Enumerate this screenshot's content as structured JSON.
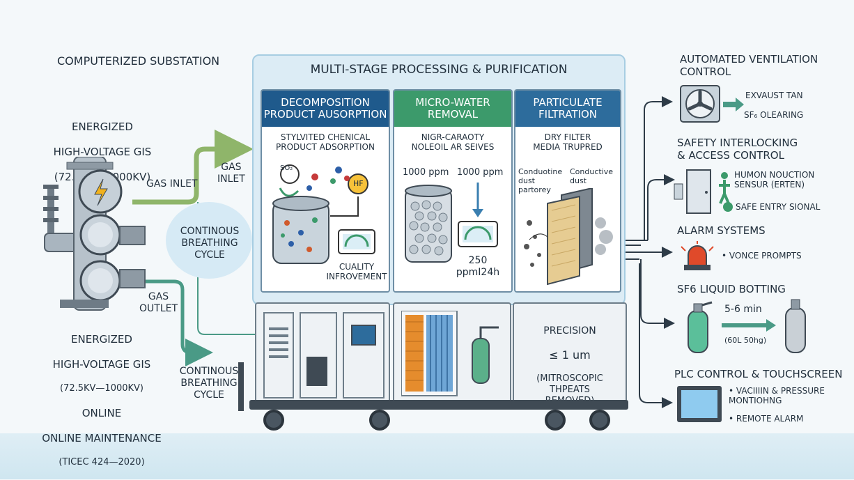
{
  "title_left": "COMPUTERIZED SUBSTATION",
  "gis_top": {
    "line1": "ENERGIZED",
    "line2": "HIGH-VOLTAGE GIS",
    "line3": "(72.5KV—1000KV)"
  },
  "gis_bottom": {
    "line1": "ENERGIZED",
    "line2": "HIGH-VOLTAGE GIS",
    "line3": "(72.5KV—1000KV)",
    "line4": "ONLINE",
    "line5": "ONLINE MAINTENANCE",
    "line6": "(TICEC 424—2020)"
  },
  "labels": {
    "gas_inlet_1": "GAS INLET",
    "gas_inlet_2": "GAS\nINLET",
    "gas_outlet": "GAS\nOUTLET",
    "breathing_1": "CONTINOUS\nBREATHING\nCYCLE",
    "breathing_2": "CONTINOUS\nBREATHING\nCYCLE"
  },
  "panel_title": "MULTI-STAGE PROCESSING & PURIFICATION",
  "stages": [
    {
      "header": "DECOMPOSITION\nPRODUCT AUSORPTION",
      "desc": "STYLVITED CHENICAL\nPRODUCT ADSORPTION",
      "chem_1": "SO₂",
      "chem_2": "HF",
      "footer": "CUALITY\nINFROVEMENT",
      "color": "#1f5a8c"
    },
    {
      "header": "MICRO-WATER\nREMOVAL",
      "desc": "NIGR-CARAOTY\nNOLEOIL AR SEIVES",
      "ppm_1": "1000 ppm",
      "ppm_2": "1000 ppm",
      "footer": "250\nppmI24h",
      "color": "#3c9a6b"
    },
    {
      "header": "PARTICULATE\nFILTRATION",
      "desc": "DRY FILTER\nMEDIA TRUPRED",
      "dust_1": "Conduotine\ndust\npartorey",
      "dust_2": "Conductive\ndust",
      "color": "#2d6c9c"
    }
  ],
  "precision": {
    "line1": "PRECISION",
    "line2": "≤ 1 um",
    "line3": "(MITROSCOPIC\nTHPEATS\nREMOVED)"
  },
  "right": {
    "vent": {
      "title": "AUTOMATED VENTILATION\nCONTROL",
      "item1": "EXVAUST TAN",
      "item2": "SF₆ OLEARING"
    },
    "safety": {
      "title": "SAFETY INTERLOCKING\n& ACCESS CONTROL",
      "item1": "HUMON NOUCTION\nSENSUR (ERTEN)",
      "item2": "SAFE ENTRY SIONAL"
    },
    "alarm": {
      "title": "ALARM SYSTEMS",
      "item1": "• VONCE PROMPTS"
    },
    "sf6": {
      "title": "SF6 LIQUID BOTTING",
      "time": "5-6 min",
      "weight": "(60L 50hg)"
    },
    "plc": {
      "title": "PLC CONTROL & TOUCHSCREEN",
      "item1": "• VACIIIIN & PRESSURE\nMONTIOHNG",
      "item2": "• REMOTE ALARM"
    }
  },
  "colors": {
    "stage1": "#1f5a8c",
    "stage2": "#3c9a6b",
    "stage3": "#2d6c9c",
    "arrow_green": "#8fb56a",
    "arrow_teal": "#4a9a86",
    "line_dark": "#2d3b47"
  }
}
